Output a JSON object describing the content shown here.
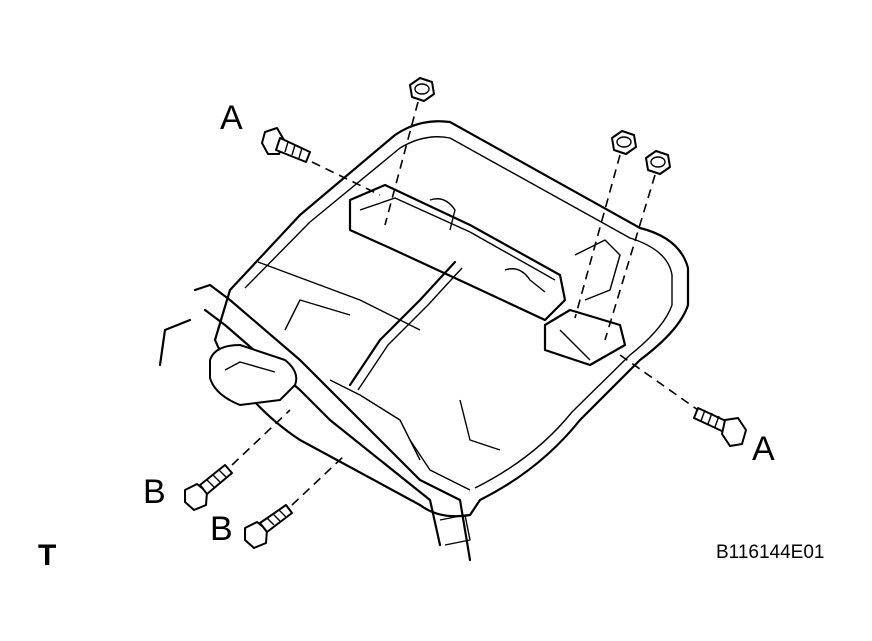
{
  "labels": {
    "callout_a_top": "A",
    "callout_a_right": "A",
    "callout_b_left": "B",
    "callout_b_lower": "B",
    "side_marker": "T",
    "figure_code": "B116144E01"
  },
  "colors": {
    "line": "#000000",
    "background": "#ffffff"
  }
}
